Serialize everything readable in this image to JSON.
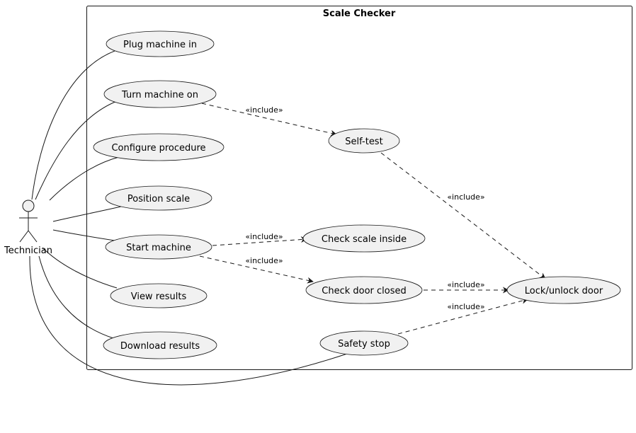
{
  "system": {
    "title": "Scale Checker"
  },
  "actor": {
    "label": "Technician"
  },
  "use_cases": {
    "plug_in": "Plug machine in",
    "turn_on": "Turn machine on",
    "configure": "Configure procedure",
    "position": "Position scale",
    "start": "Start machine",
    "view": "View results",
    "download": "Download results",
    "self_test": "Self-test",
    "check_scale": "Check scale inside",
    "check_door": "Check door closed",
    "safety_stop": "Safety stop",
    "lock_door": "Lock/unlock door"
  },
  "relations": {
    "include_label": "«include»"
  }
}
